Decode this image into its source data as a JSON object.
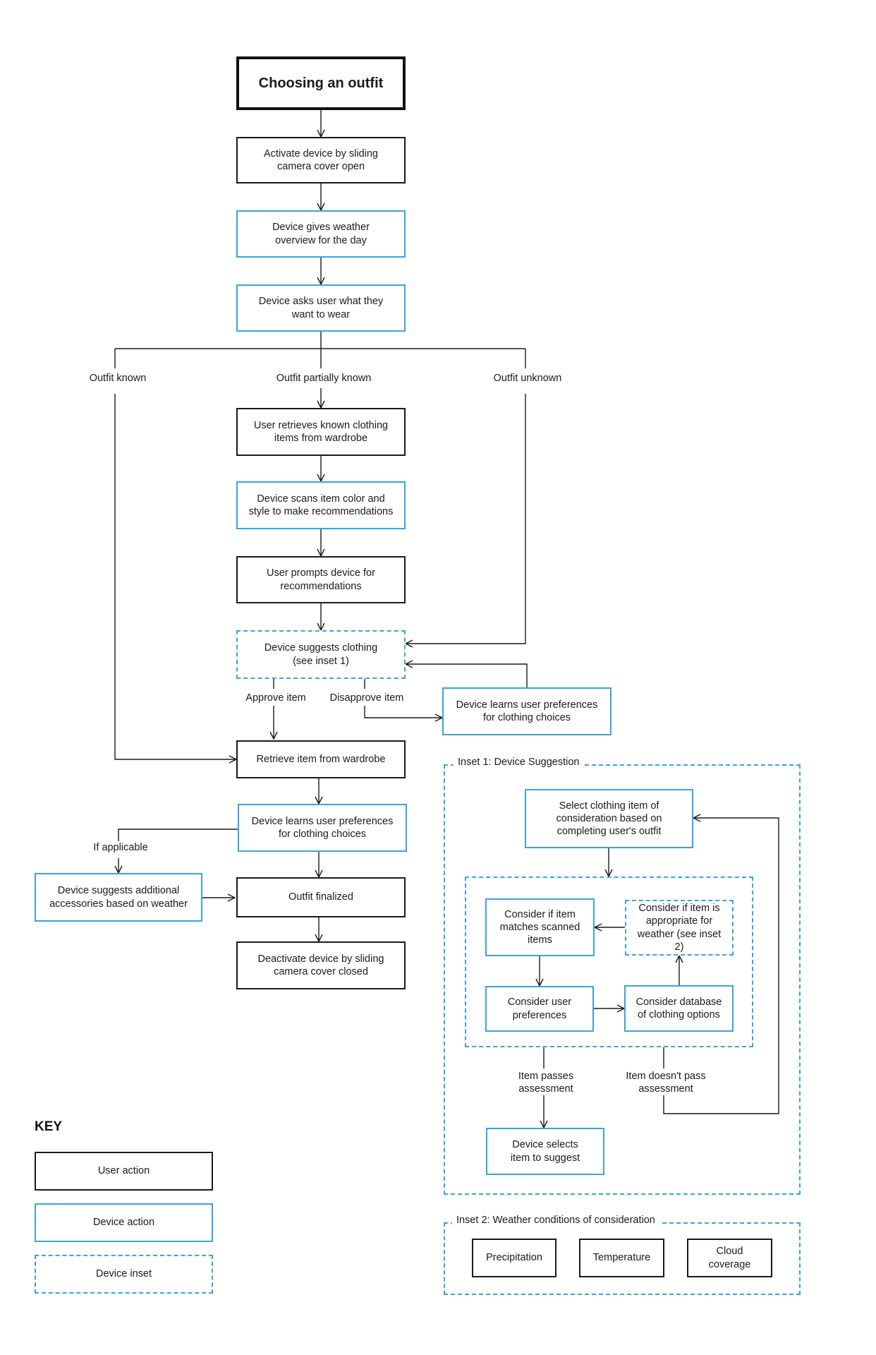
{
  "title": "Choosing an outfit",
  "colors": {
    "user": "#1a1a1a",
    "device": "#3aa3e0"
  },
  "nodes": {
    "activate": "Activate device by sliding\ncamera cover open",
    "weather_overview": "Device gives weather\noverview for the day",
    "asks_user": "Device asks user what they\nwant to wear",
    "retrieve_known": "User retrieves known clothing\nitems from wardrobe",
    "scans_item": "Device scans item color and\nstyle to make recommendations",
    "prompts_device": "User prompts device for\nrecommendations",
    "suggests_clothing": "Device suggests clothing\n(see inset 1)",
    "learns_right": "Device learns user preferences\nfor clothing choices",
    "retrieve_item": "Retrieve item from wardrobe",
    "learns_center": "Device learns user preferences\nfor clothing choices",
    "accessories": "Device suggests additional\naccessories based on weather",
    "finalized": "Outfit finalized",
    "deactivate": "Deactivate device by sliding\ncamera cover closed",
    "select_item": "Select clothing item of\nconsideration based on\ncompleting user's outfit",
    "matches_scanned": "Consider if item\nmatches scanned\nitems",
    "appropriate_weather": "Consider if item is\nappropriate for\nweather (see inset 2)",
    "user_prefs": "Consider user\npreferences",
    "database": "Consider database\nof clothing options",
    "selects_suggest": "Device selects\nitem to suggest",
    "precipitation": "Precipitation",
    "temperature": "Temperature",
    "cloud": "Cloud coverage"
  },
  "labels": {
    "known": "Outfit known",
    "partial": "Outfit partially known",
    "unknown": "Outfit unknown",
    "approve": "Approve item",
    "disapprove": "Disapprove item",
    "if_applicable": "If applicable",
    "passes": "Item passes\nassessment",
    "not_pass": "Item doesn't pass\nassessment"
  },
  "insets": {
    "inset1": "Inset 1: Device Suggestion",
    "inset2": "Inset 2: Weather conditions of consideration"
  },
  "key": {
    "title": "KEY",
    "user": "User action",
    "device": "Device action",
    "inset": "Device inset"
  }
}
